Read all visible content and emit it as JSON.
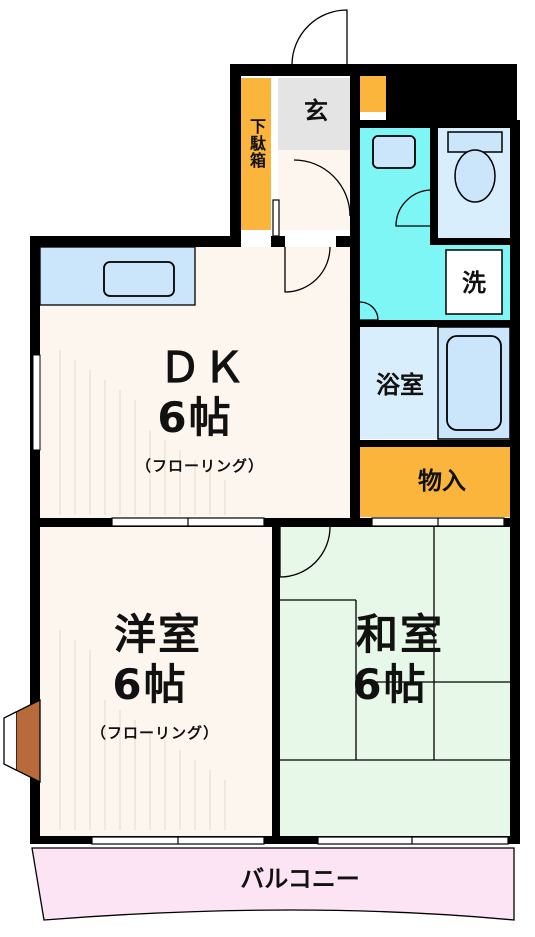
{
  "rooms": {
    "dk": {
      "name": "ＤＫ",
      "size": "6帖",
      "floor": "（フローリング）"
    },
    "western": {
      "name": "洋室",
      "size": "6帖",
      "floor": "（フローリング）"
    },
    "japanese": {
      "name": "和室",
      "size": "6帖"
    },
    "entrance": {
      "name": "玄"
    },
    "shoe_box": {
      "name": "下駄箱"
    },
    "laundry": {
      "name": "洗"
    },
    "bath": {
      "name": "浴室"
    },
    "storage": {
      "name": "物入"
    },
    "balcony": {
      "name": "バルコニー"
    }
  },
  "colors": {
    "wall": "#000000",
    "dk_floor": "#fdf6ef",
    "western_floor": "#fdf6ef",
    "tatami": "#e8f8e8",
    "wet_area": "#7ff6f6",
    "fixture": "#cbe6fb",
    "bath_area": "#d8eefc",
    "storage": "#fbb43c",
    "balcony": "#fde4f4",
    "window_wood": "#b86a3a"
  }
}
